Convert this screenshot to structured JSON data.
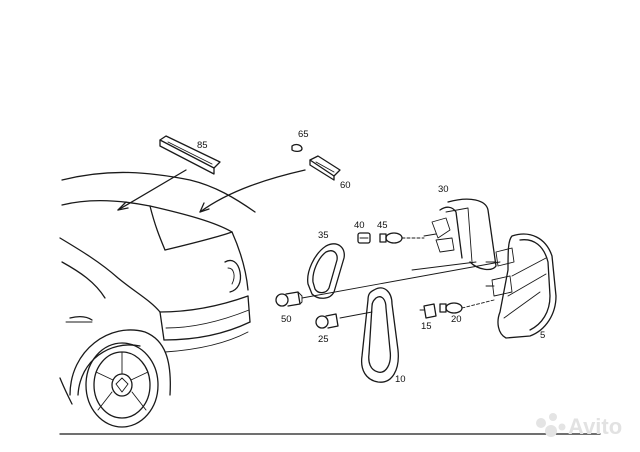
{
  "labels": {
    "p85": "85",
    "p65": "65",
    "p60": "60",
    "p30": "30",
    "p40": "40",
    "p45": "45",
    "p35": "35",
    "p50": "50",
    "p25": "25",
    "p15": "15",
    "p20": "20",
    "p10": "10",
    "p5": "5"
  },
  "watermark": "Avito"
}
